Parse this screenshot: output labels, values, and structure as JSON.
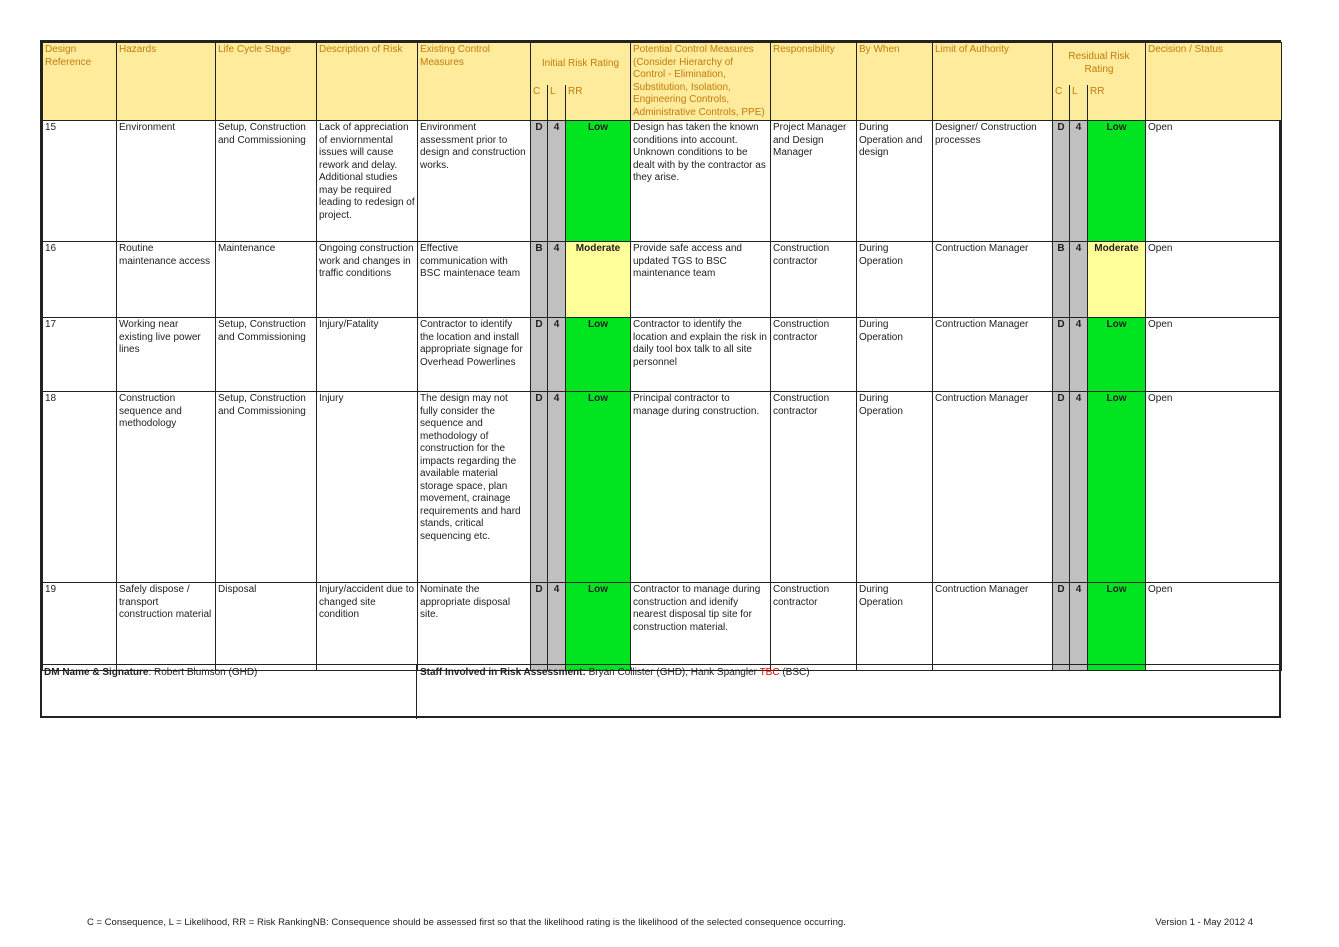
{
  "header": {
    "design_reference": "Design Reference",
    "hazards": "Hazards",
    "life_cycle_stage": "Life Cycle Stage",
    "description_of_risk": "Description of Risk",
    "existing_control_measures": "Existing Control Measures",
    "initial_risk_rating": "Initial Risk Rating",
    "c": "C",
    "l": "L",
    "rr": "RR",
    "potential_control_measures": "Potential Control Measures (Consider Hierarchy of Control - Elimination, Substitution, Isolation, Engineering Controls, Administrative Controls, PPE)",
    "responsibility": "Responsibility",
    "by_when": "By When",
    "limit_of_authority": "Limit of Authority",
    "residual_risk_rating": "Residual Risk Rating",
    "decision_status": "Decision / Status"
  },
  "rows": [
    {
      "ref": "15",
      "hazard": "Environment",
      "stage": "Setup, Construction and Commissioning",
      "description": "Lack of appreciation of enviornmental issues will cause rework and delay. Additional studies may be required leading to redesign of project.",
      "existing": "Environment assessment prior to design and construction works.",
      "c": "D",
      "l": "4",
      "rr": "Low",
      "potential": "Design has taken the known conditions into account. Unknown conditions to be dealt with by the contractor as they arise.",
      "responsibility": "Project Manager and Design Manager",
      "by_when": "During Operation and design",
      "authority": "Designer/ Construction processes",
      "res_c": "D",
      "res_l": "4",
      "res_rr": "Low",
      "status": "Open"
    },
    {
      "ref": "16",
      "hazard": "Routine maintenance access",
      "stage": "Maintenance",
      "description": "Ongoing construction work and changes in traffic conditions",
      "existing": "Effective communication with BSC maintenace team",
      "c": "B",
      "l": "4",
      "rr": "Moderate",
      "potential": "Provide safe access and updated TGS to BSC maintenance team",
      "responsibility": "Construction contractor",
      "by_when": "During Operation",
      "authority": "Contruction Manager",
      "res_c": "B",
      "res_l": "4",
      "res_rr": "Moderate",
      "status": "Open"
    },
    {
      "ref": "17",
      "hazard": "Working near existing live power lines",
      "stage": "Setup, Construction and Commissioning",
      "description": "Injury/Fatality",
      "existing": "Contractor to identify the location and install appropriate signage for Overhead Powerlines",
      "c": "D",
      "l": "4",
      "rr": "Low",
      "potential": "Contractor to identify the location and explain the risk in daily tool box talk to all site personnel",
      "responsibility": "Construction contractor",
      "by_when": "During Operation",
      "authority": "Contruction Manager",
      "res_c": "D",
      "res_l": "4",
      "res_rr": "Low",
      "status": "Open"
    },
    {
      "ref": "18",
      "hazard": "Construction sequence and methodology",
      "stage": "Setup, Construction and Commissioning",
      "description": "Injury",
      "existing": "The design may not fully consider the sequence and methodology of construction for the impacts regarding the available material storage space, plan movement, crainage requirements and hard stands, critical sequencing etc.",
      "c": "D",
      "l": "4",
      "rr": "Low",
      "potential": "Principal contractor to manage during construction.",
      "responsibility": "Construction contractor",
      "by_when": "During Operation",
      "authority": "Contruction Manager",
      "res_c": "D",
      "res_l": "4",
      "res_rr": "Low",
      "status": "Open"
    },
    {
      "ref": "19",
      "hazard": "Safely dispose / transport construction material",
      "stage": "Disposal",
      "description": "Injury/accident due to changed site condition",
      "existing": "Nominate the appropriate disposal site.",
      "c": "D",
      "l": "4",
      "rr": "Low",
      "potential": "Contractor to manage during construction and idenify nearest disposal tip site for construction material.",
      "responsibility": "Construction contractor",
      "by_when": "During Operation",
      "authority": "Contruction Manager",
      "res_c": "D",
      "res_l": "4",
      "res_rr": "Low",
      "status": "Open"
    }
  ],
  "signature": {
    "dm_label": "DM Name & Signature",
    "dm_name": ": Robert Blumson (GHD)",
    "staff_label": "Staff Involved in Risk Assessment:",
    "staff_names": " Bryan Collister (GHD), Hank Spangler ",
    "staff_tbc": "TBC",
    "staff_org": " (BSC)"
  },
  "footer": {
    "note": "C = Consequence, L = Likelihood,  RR = Risk RankingNB: Consequence should be assessed first so that the likelihood rating is the likelihood of the selected consequence occurring.",
    "version": "Version 1 - May 2012 4"
  },
  "colors": {
    "header_bg": "#ffeb9c",
    "header_text": "#c27c0e",
    "low": "#00e51f",
    "moderate": "#ffff99",
    "cl_gray": "#c0c0c0"
  }
}
